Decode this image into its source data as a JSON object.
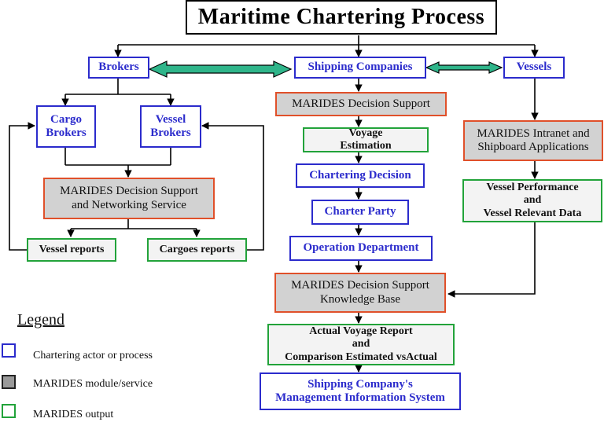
{
  "title": "Maritime Chartering Process",
  "nodes": {
    "brokers": "Brokers",
    "shipping_companies": "Shipping Companies",
    "vessels": "Vessels",
    "cargo_brokers": [
      "Cargo",
      "Brokers"
    ],
    "vessel_brokers": [
      "Vessel",
      "Brokers"
    ],
    "marides_networking": [
      "MARIDES Decision Support",
      "and Networking Service"
    ],
    "vessel_reports": "Vessel reports",
    "cargoes_reports": "Cargoes  reports",
    "marides_decision_support": "MARIDES Decision Support",
    "voyage_estimation": [
      "Voyage",
      "Estimation"
    ],
    "chartering_decision": "Chartering Decision",
    "charter_party": "Charter Party",
    "operation_department": "Operation Department",
    "marides_knowledge_base": [
      "MARIDES Decision Support",
      "Knowledge Base"
    ],
    "actual_voyage_report": [
      "Actual Voyage Report",
      "and",
      "Comparison Estimated vsActual"
    ],
    "management_information_system": [
      "Shipping Company's",
      "Management Information System"
    ],
    "marides_intranet": [
      "MARIDES Intranet and",
      "Shipboard Applications"
    ],
    "vessel_performance": [
      "Vessel Performance",
      "and",
      "Vessel Relevant Data"
    ]
  },
  "legend": {
    "title": "Legend",
    "items": [
      {
        "label": "Chartering actor or process",
        "kind": "actor"
      },
      {
        "label": "MARIDES module/service",
        "kind": "module"
      },
      {
        "label": "MARIDES output",
        "kind": "output"
      }
    ]
  },
  "colors": {
    "actor_border": "#2b2bcc",
    "module_border": "#e0502a",
    "module_fill": "#d2d2d2",
    "output_border": "#22a33a",
    "double_arrow": "#2fb58a"
  }
}
